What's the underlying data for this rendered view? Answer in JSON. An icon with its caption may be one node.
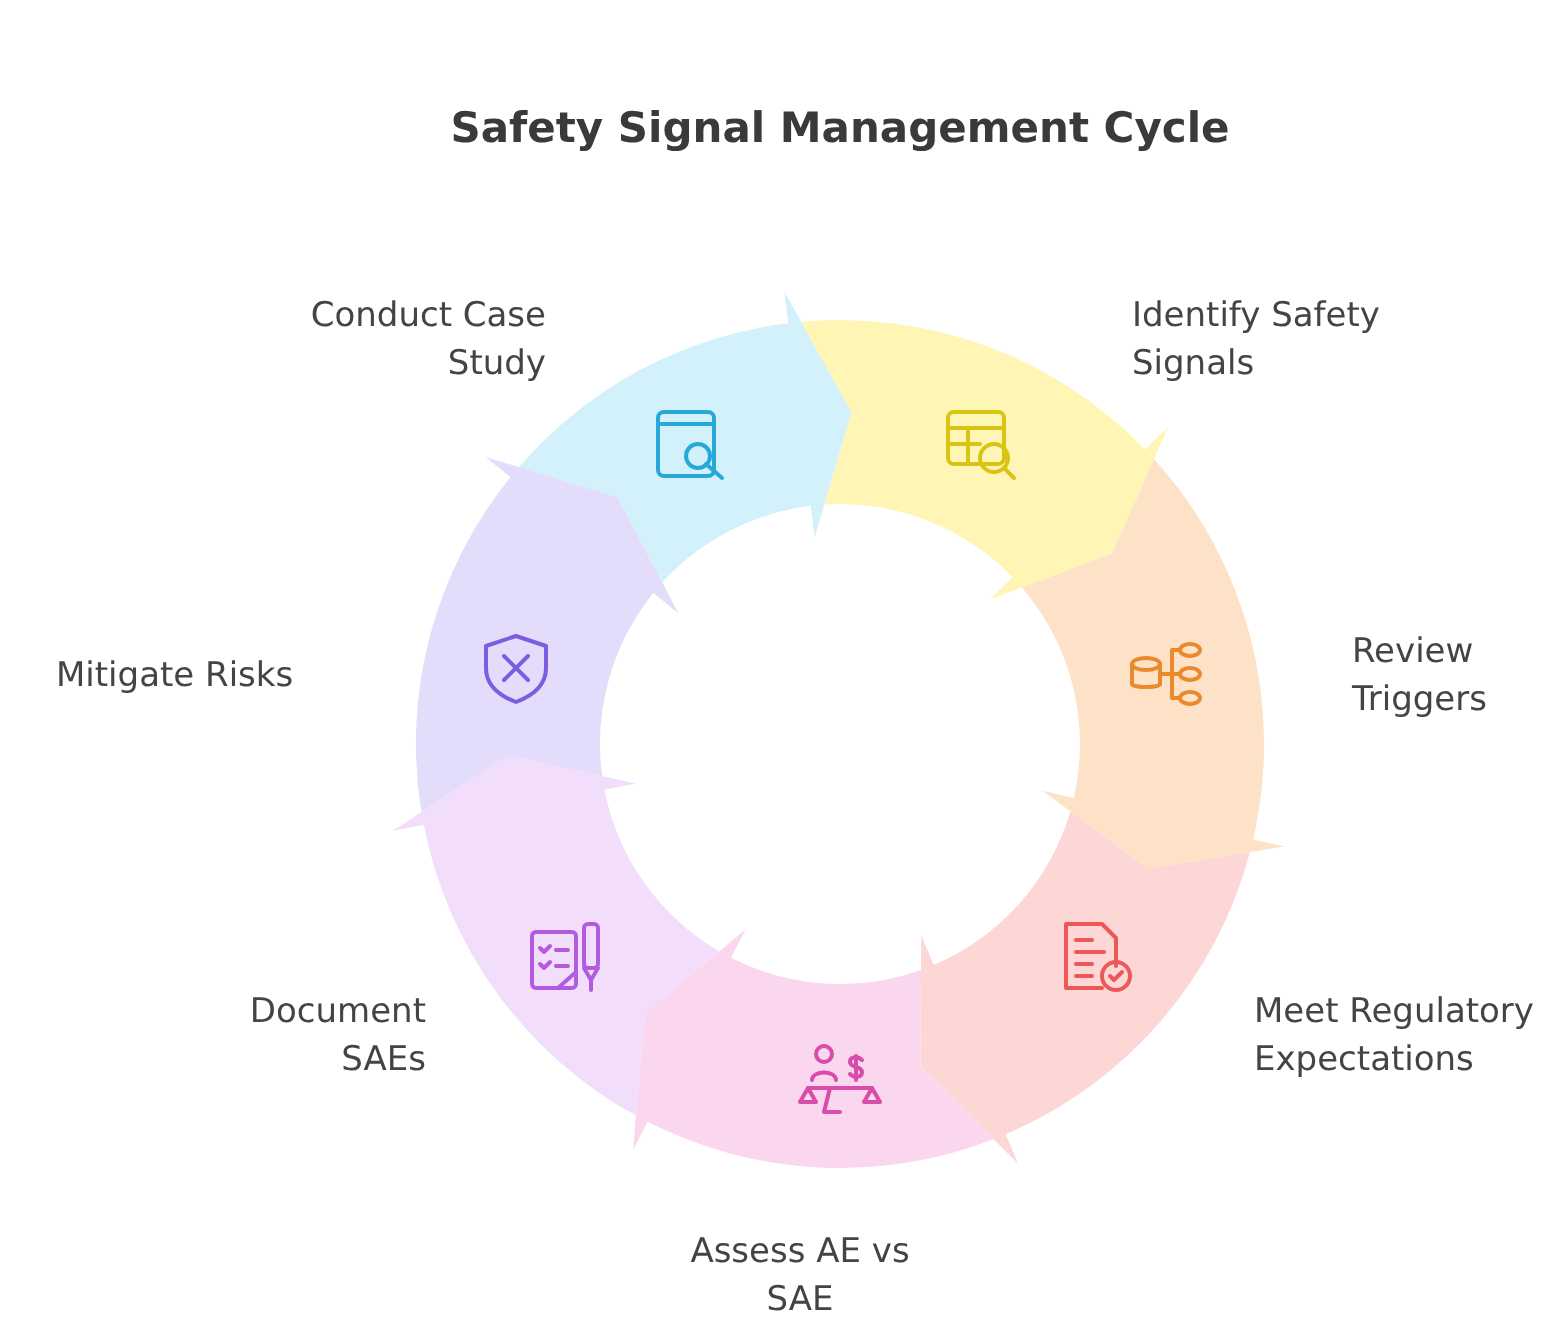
{
  "diagram": {
    "title": "Safety Signal Management Cycle",
    "nodes": [
      {
        "text": [],
        "shape": "arrow",
        "beside": [
          "Conduct Case Study"
        ]
      },
      {
        "text": [],
        "shape": "arrow",
        "beside": [
          "Identify Safety Signals"
        ]
      },
      {
        "text": [],
        "shape": "arrow",
        "beside": [
          "Review Triggers"
        ]
      },
      {
        "text": [],
        "shape": "arrow",
        "beside": [
          "Meet Regulatory Expectations"
        ]
      },
      {
        "text": [],
        "shape": "arrow",
        "beside": [
          "Assess AE vs SAE"
        ]
      },
      {
        "text": [],
        "shape": "arrow",
        "beside": [
          "Document SAEs"
        ]
      },
      {
        "text": [],
        "shape": "arrow",
        "beside": [
          "Mitigate Risks"
        ]
      }
    ]
  }
}
